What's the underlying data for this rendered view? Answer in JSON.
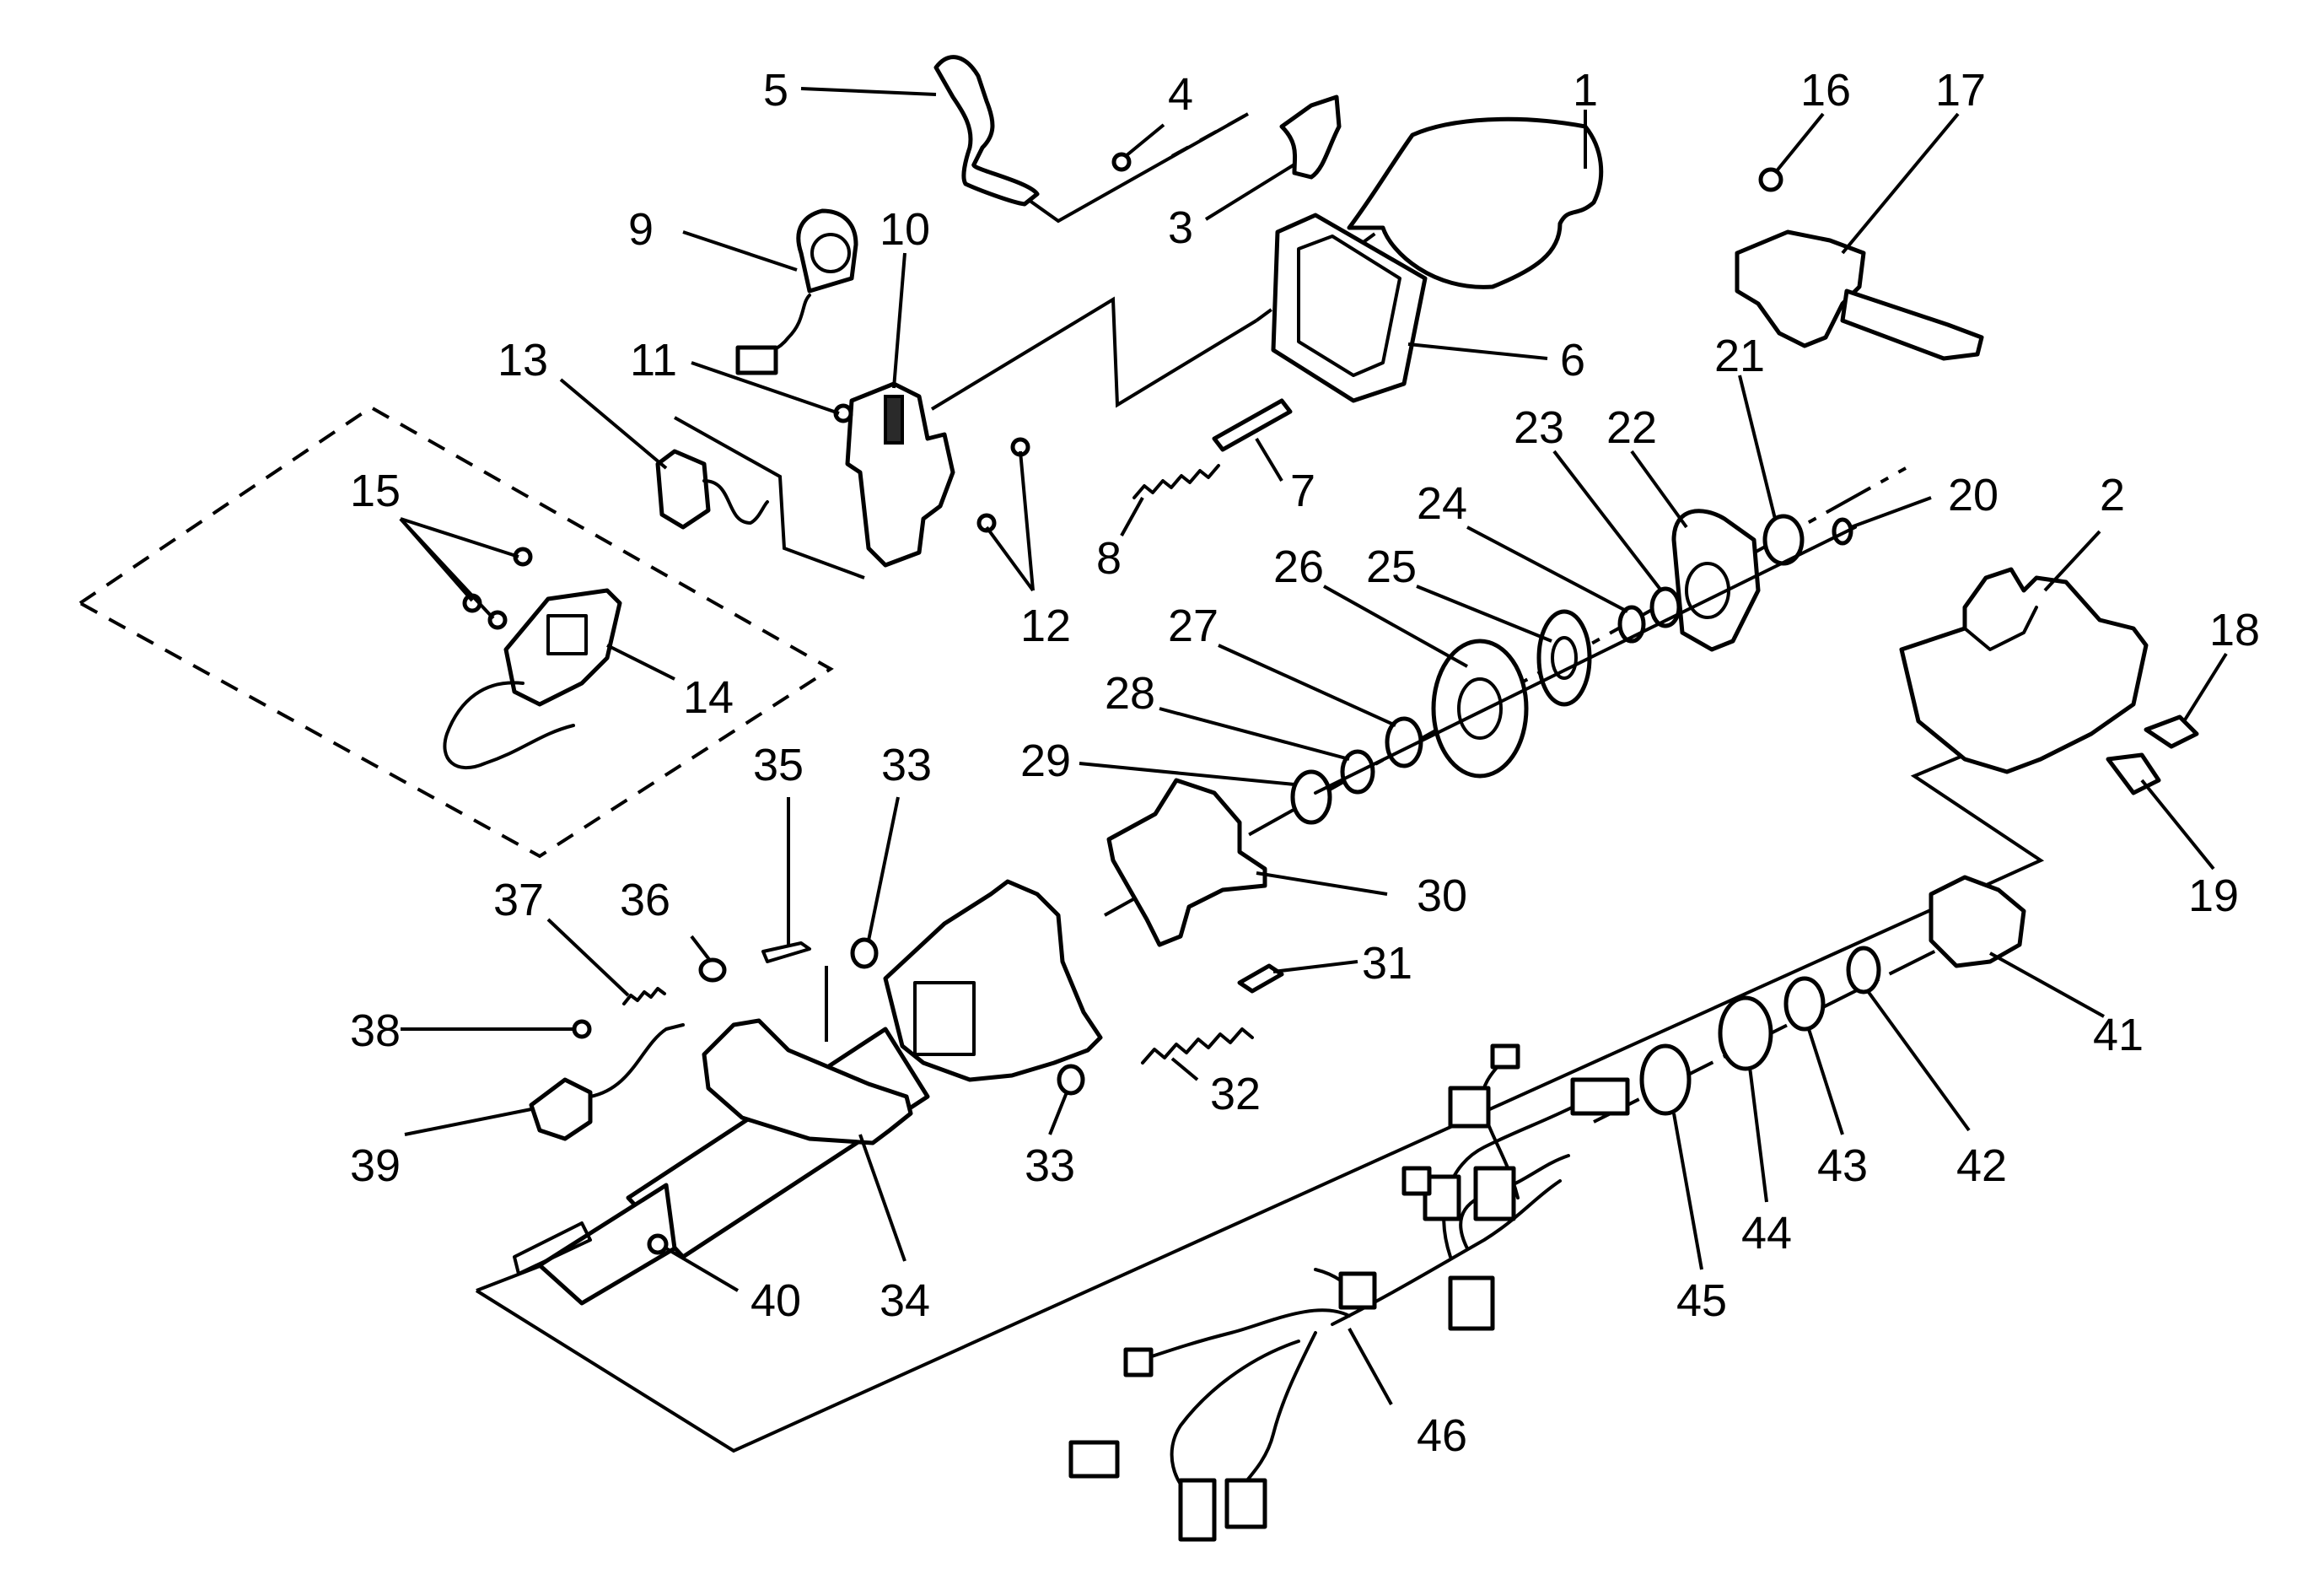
{
  "diagram": {
    "callouts": [
      "1",
      "2",
      "3",
      "4",
      "5",
      "6",
      "7",
      "8",
      "9",
      "10",
      "11",
      "12",
      "13",
      "14",
      "15",
      "16",
      "17",
      "18",
      "19",
      "20",
      "21",
      "22",
      "23",
      "24",
      "25",
      "26",
      "27",
      "28",
      "29",
      "30",
      "31",
      "32",
      "33",
      "33",
      "34",
      "35",
      "36",
      "37",
      "38",
      "39",
      "40",
      "41",
      "42",
      "43",
      "44",
      "45",
      "46"
    ]
  }
}
